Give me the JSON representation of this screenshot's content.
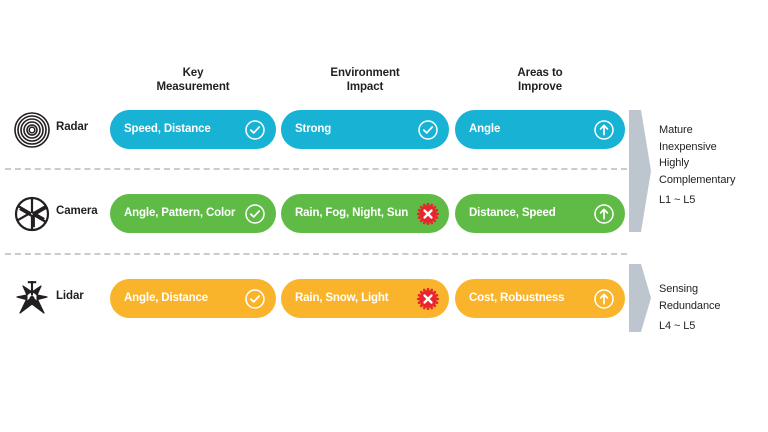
{
  "headers": [
    {
      "label": "Key\nMeasurement"
    },
    {
      "label": "Environment\nImpact"
    },
    {
      "label": "Areas to\nImprove"
    }
  ],
  "colors": {
    "radar": "#18b2d4",
    "camera": "#5fbb46",
    "lidar": "#f9b42b",
    "negative_badge": "#e8262d",
    "divider": "#c6ccd2",
    "arrow": "#bdc6ce",
    "text_dark": "#231f20",
    "pill_text": "#ffffff"
  },
  "rows": [
    {
      "name": "Radar",
      "icon": "radar-waves-icon",
      "color": "#18b2d4",
      "cells": [
        {
          "text": "Speed, Distance",
          "badge": "check-circle-icon"
        },
        {
          "text": "Strong",
          "badge": "check-circle-icon"
        },
        {
          "text": "Angle",
          "badge": "arrow-up-circle-icon"
        }
      ]
    },
    {
      "name": "Camera",
      "icon": "camera-aperture-icon",
      "color": "#5fbb46",
      "cells": [
        {
          "text": "Angle, Pattern, Color",
          "badge": "check-circle-icon"
        },
        {
          "text": "Rain, Fog, Night, Sun",
          "badge": "x-burst-icon"
        },
        {
          "text": "Distance, Speed",
          "badge": "arrow-up-circle-icon"
        }
      ]
    },
    {
      "name": "Lidar",
      "icon": "lidar-burst-icon",
      "color": "#f9b42b",
      "cells": [
        {
          "text": "Angle, Distance",
          "badge": "check-circle-icon"
        },
        {
          "text": "Rain, Snow, Light",
          "badge": "x-burst-icon"
        },
        {
          "text": "Cost, Robustness",
          "badge": "arrow-up-circle-icon"
        }
      ]
    }
  ],
  "notes": [
    {
      "lines": "Mature\nInexpensive\nHighly\nComplementary",
      "level": "L1 ~ L5"
    },
    {
      "lines": "Sensing\nRedundance",
      "level": "L4 ~ L5"
    }
  ]
}
